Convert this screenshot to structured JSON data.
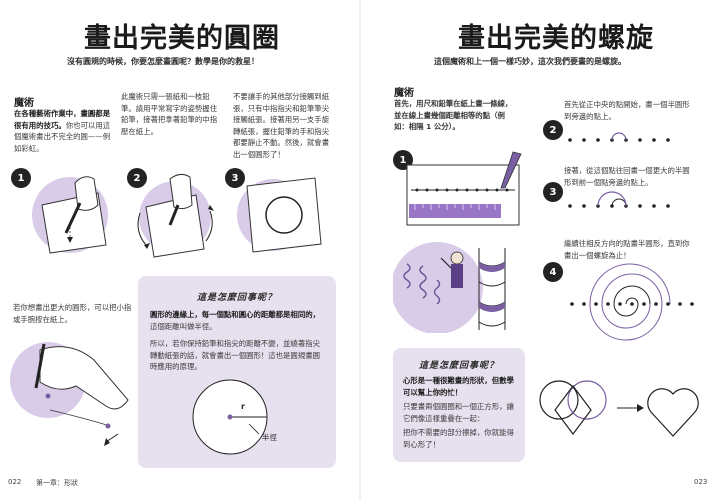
{
  "left": {
    "title": "畫出完美的圓圈",
    "subtitle": "沒有圓規的時候，你要怎麼畫圓呢？數學是你的救星！",
    "magic_heading": "魔術",
    "intro_bold": "在各種藝術作業中，畫圓都是很有用的技巧。",
    "intro_rest": "你也可以用這個魔術畫出不完全的圓——例如彩虹。",
    "step1_text": "此魔術只需一張紙和一枝鉛筆。請用平常寫字的姿勢握住鉛筆，接著把拿著鉛筆的中指壓在紙上。",
    "step2_text": "不要讓手的其他部分接觸到紙張，只有中指指尖和鉛筆筆尖接觸紙張。接著用另一支手旋轉紙張，握住鉛筆的手和指尖都要靜止不動。然後，就會畫出一個圓形了！",
    "steps": [
      "1",
      "2",
      "3"
    ],
    "bigger_text": "若你想畫出更大的圓形，可以把小指或手腕按在紙上。",
    "box_title": "這是怎麼回事呢？",
    "box_bold": "圓形的邊緣上，每一個點和圓心的距離都是相同的，",
    "box_rest": "這個距離叫做半徑。",
    "box_text2": "所以，若你保持鉛筆和指尖的距離不變，並繞著指尖轉動紙張的話，就會畫出一個圓形！這也是圓規畫圓時應用的原理。",
    "radius_letter": "r",
    "radius_label": "半徑",
    "page_number": "022",
    "chapter": "第一章：形狀"
  },
  "right": {
    "title": "畫出完美的螺旋",
    "subtitle": "這個魔術和上一個一樣巧妙，這次我們要畫的是螺旋。",
    "magic_heading": "魔術",
    "step1_text": "首先，用尺和鉛筆在紙上畫一條線，並在線上畫幾個距離相等的點（例如：相隔 1 公分）。",
    "step2_text": "首先從正中央的點開始，畫一個半圓形到旁邊的點上。",
    "step3_text": "接著，從這個點往回畫一個更大的半圓形到前一個點旁邊的點上。",
    "step4_text": "繼續往相反方向的點畫半圓形，直到你畫出一個螺旋為止！",
    "steps": [
      "1",
      "2",
      "3",
      "4"
    ],
    "box_title": "這是怎麼回事呢？",
    "box_bold": "心形是一種很難畫的形狀，但數學可以幫上你的忙！",
    "box_text2": "只要畫兩個圓圈和一個正方形，讓它們像這樣重疊在一起：",
    "box_text3": "把你不需要的部分擦掉，你就能得到心形了！",
    "page_number": "023"
  },
  "colors": {
    "accent": "#7a5fa3",
    "soft_purple": "#d9cce8",
    "box_bg": "#e7e1ef",
    "ruler": "#9a76c7"
  }
}
